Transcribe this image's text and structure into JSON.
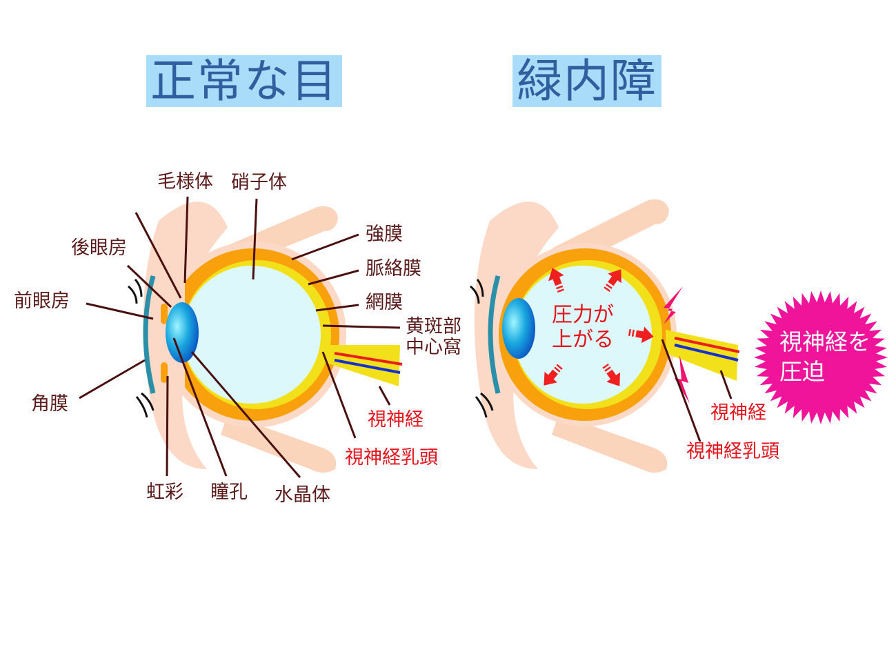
{
  "titles": {
    "normal": "正常な目",
    "glaucoma": "緑内障"
  },
  "normal_eye": {
    "labels": {
      "ciliary_body": "毛様体",
      "vitreous": "硝子体",
      "posterior_chamber": "後眼房",
      "anterior_chamber": "前眼房",
      "sclera": "強膜",
      "choroid": "脈絡膜",
      "retina": "網膜",
      "macula": "黄斑部",
      "fovea": "中心窩",
      "cornea": "角膜",
      "optic_nerve": "視神経",
      "optic_disc": "視神経乳頭",
      "iris": "虹彩",
      "pupil": "瞳孔",
      "lens": "水晶体"
    }
  },
  "glaucoma_eye": {
    "pressure_line1": "圧力が",
    "pressure_line2": "上がる",
    "optic_nerve": "視神経",
    "optic_disc": "視神経乳頭",
    "burst_line1": "視神経を",
    "burst_line2": "圧迫"
  },
  "colors": {
    "label": "#5a1a1a",
    "accent_red": "#e3141c",
    "burst": "#f0149a",
    "title_bg": "#a8dcf8"
  }
}
